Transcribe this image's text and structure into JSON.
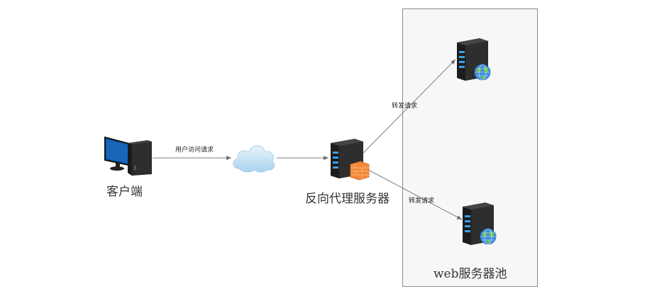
{
  "diagram": {
    "nodes": {
      "client": {
        "label": "客户端",
        "icon": "desktop-computer-icon"
      },
      "internet": {
        "icon": "cloud-icon"
      },
      "proxy": {
        "label": "反向代理服务器",
        "icon": "server-firewall-icon"
      },
      "web_server_1": {
        "icon": "web-server-icon"
      },
      "web_server_2": {
        "icon": "web-server-icon"
      }
    },
    "groups": {
      "web_pool": {
        "label": "web服务器池"
      }
    },
    "edges": [
      {
        "from": "client",
        "to": "internet",
        "label": "用户访问请求"
      },
      {
        "from": "internet",
        "to": "proxy",
        "label": ""
      },
      {
        "from": "proxy",
        "to": "web_server_1",
        "label": "转发请求"
      },
      {
        "from": "proxy",
        "to": "web_server_2",
        "label": "转发请求"
      }
    ],
    "colors": {
      "edge": "#7f7f7f",
      "pool_fill": "#f7f7f7",
      "pool_border": "#8c8c8c",
      "server_body": "#2e2e2e",
      "server_led": "#3aa0e8",
      "firewall": "#f28a3a",
      "monitor_screen": "#0a5ba8"
    }
  }
}
